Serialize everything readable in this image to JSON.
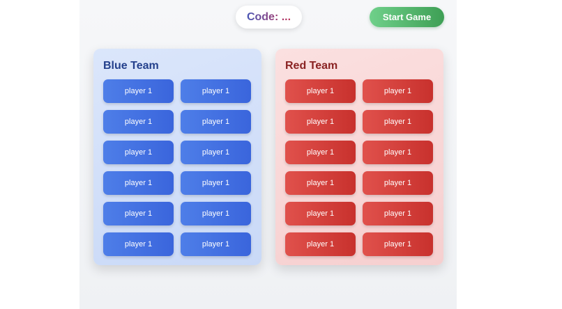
{
  "header": {
    "code_label": "Code: ...",
    "start_button_label": "Start Game"
  },
  "teams": {
    "blue": {
      "title": "Blue Team",
      "players": [
        "player 1",
        "player 1",
        "player 1",
        "player 1",
        "player 1",
        "player 1",
        "player 1",
        "player 1",
        "player 1",
        "player 1",
        "player 1",
        "player 1"
      ]
    },
    "red": {
      "title": "Red Team",
      "players": [
        "player 1",
        "player 1",
        "player 1",
        "player 1",
        "player 1",
        "player 1",
        "player 1",
        "player 1",
        "player 1",
        "player 1",
        "player 1",
        "player 1"
      ]
    }
  },
  "colors": {
    "blue_accent": "#3a65dc",
    "red_accent": "#c8312d",
    "start_green": "#3e9f55"
  }
}
